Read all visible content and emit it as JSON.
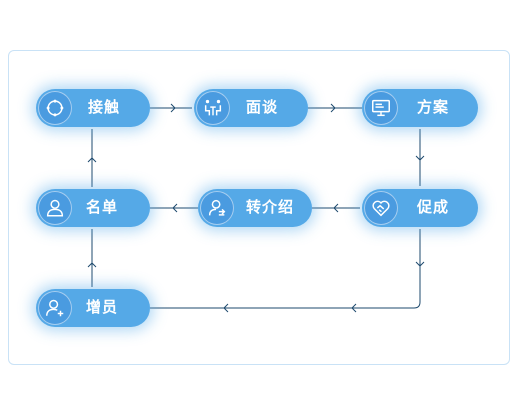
{
  "nodes": {
    "contact": {
      "label": "接触",
      "icon": "refresh-cycle-icon"
    },
    "interview": {
      "label": "面谈",
      "icon": "meeting-people-icon"
    },
    "proposal": {
      "label": "方案",
      "icon": "presentation-screen-icon"
    },
    "deal": {
      "label": "促成",
      "icon": "handshake-heart-icon"
    },
    "referral": {
      "label": "转介绍",
      "icon": "user-transfer-icon"
    },
    "namelist": {
      "label": "名单",
      "icon": "user-icon"
    },
    "recruit": {
      "label": "增员",
      "icon": "user-add-icon"
    }
  },
  "colors": {
    "node": "#55a9e7",
    "line": "#1e4a6e",
    "border": "#c9e2f6"
  }
}
